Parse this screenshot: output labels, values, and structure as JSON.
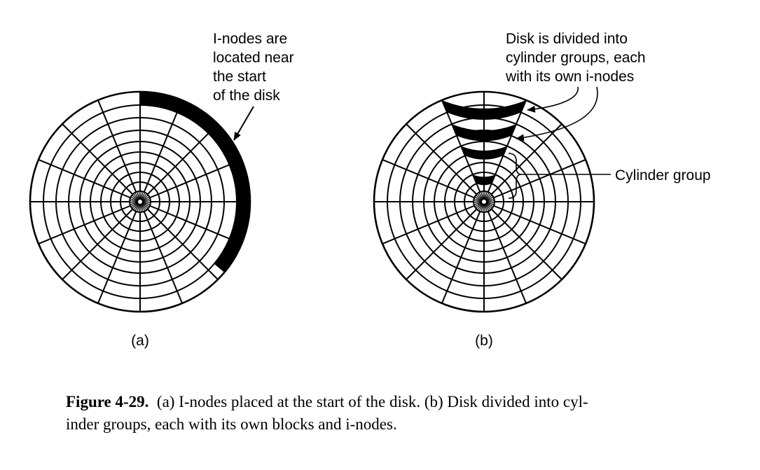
{
  "diagram": {
    "disk_a": {
      "label": "(a)",
      "annotation": [
        "I-nodes are",
        "located near",
        "the start",
        "of the disk"
      ]
    },
    "disk_b": {
      "label": "(b)",
      "annotation": [
        "Disk is divided into",
        "cylinder groups, each",
        "with its own i-nodes"
      ],
      "cylinder_group_label": "Cylinder group"
    },
    "colors": {
      "ink": "#000000",
      "paper": "#ffffff"
    }
  },
  "caption": {
    "figure_number": "Figure 4-29.",
    "line1": "(a) I-nodes placed at the start of the disk.  (b) Disk divided into cyl-",
    "line2": "inder groups, each with its own blocks and i-nodes."
  }
}
